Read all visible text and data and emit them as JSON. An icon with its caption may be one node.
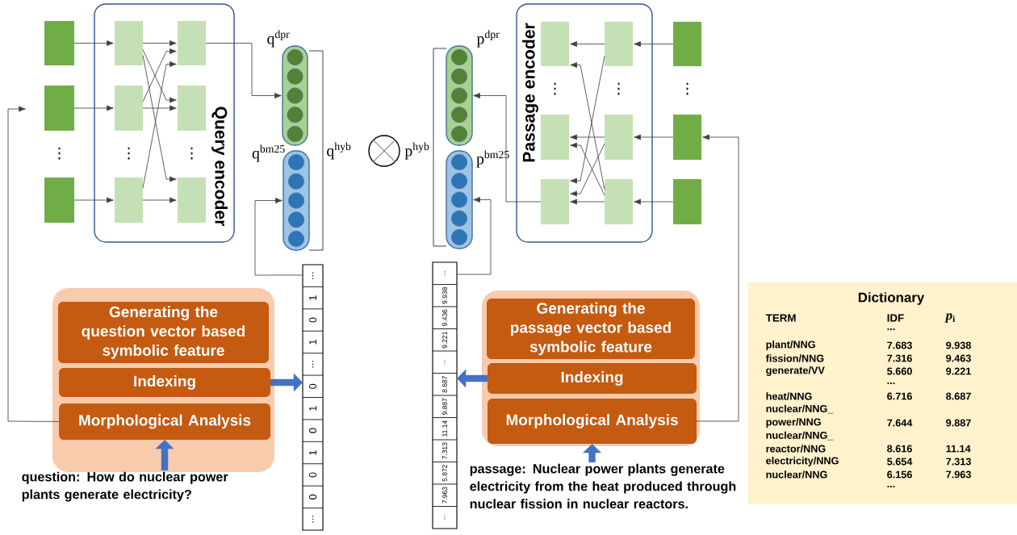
{
  "diagram": {
    "nodes": [
      {
        "text": [
          "Query encoder"
        ]
      },
      {
        "text": [],
        "shape": "box"
      },
      {
        "text": [],
        "shape": "box"
      },
      {
        "text": [],
        "shape": "box"
      },
      {
        "text": [],
        "shape": "box",
        "in": 0
      },
      {
        "text": [],
        "shape": "box",
        "in": 0
      },
      {
        "text": [],
        "shape": "box",
        "in": 0
      },
      {
        "text": [],
        "shape": "box",
        "in": 0
      },
      {
        "text": [],
        "shape": "box",
        "in": 0
      },
      {
        "text": [],
        "shape": "box",
        "in": 0
      },
      {
        "text": [
          "q$^{dpr}$"
        ]
      },
      {
        "text": [
          "q$^{bm25}$"
        ]
      },
      {
        "text": [],
        "shape": "circle"
      },
      {
        "text": [
          "p$^{dpr}$"
        ]
      },
      {
        "text": [
          "p$^{bm25}$"
        ]
      },
      {
        "text": [
          "Passage encoder"
        ]
      },
      {
        "text": [],
        "shape": "box",
        "in": 15
      },
      {
        "text": [],
        "shape": "box",
        "in": 15
      },
      {
        "text": [],
        "shape": "box",
        "in": 15
      },
      {
        "text": [],
        "shape": "box",
        "in": 15
      },
      {
        "text": [],
        "shape": "box",
        "in": 15
      },
      {
        "text": [],
        "shape": "box",
        "in": 15
      },
      {
        "text": [],
        "shape": "box"
      },
      {
        "text": [],
        "shape": "box"
      },
      {
        "text": [],
        "shape": "box"
      },
      {
        "text": [
          "...",
          "1",
          "0",
          "1",
          "...",
          "0",
          "1",
          "0",
          "1",
          "0",
          "0",
          "..."
        ]
      },
      {
        "text": [
          "...",
          "9.938",
          "9.436",
          "9.221",
          "...",
          "8.687",
          "9.887",
          "11.14",
          "7.313",
          "5.872",
          "7.963",
          "..."
        ]
      },
      {
        "text": [],
        "shape": "box"
      },
      {
        "text": [
          "Generating the question vector based symbolic feature"
        ],
        "in": 27
      },
      {
        "text": [
          "Indexing"
        ],
        "in": 27
      },
      {
        "text": [
          "Morphological Analysis"
        ],
        "in": 27
      },
      {
        "text": [
          "question: How do nuclear power plants generate electricity?"
        ]
      },
      {
        "text": [],
        "shape": "box"
      },
      {
        "text": [
          "Generating the passage vector based symbolic feature"
        ],
        "in": 32
      },
      {
        "text": [
          "Indexing"
        ],
        "in": 32
      },
      {
        "text": [
          "Morphological Analysis"
        ],
        "in": 32
      },
      {
        "text": [
          "passage: Nuclear power plants generate electricity from the heat produced through nuclear fission in nuclear reactors."
        ]
      },
      {
        "text": [
          "Dictionary"
        ]
      }
    ],
    "edges": [
      {
        "from": 1,
        "to": 4,
        "arrow": "to"
      },
      {
        "from": 2,
        "to": 5,
        "arrow": "to"
      },
      {
        "from": 3,
        "to": 6,
        "arrow": "to"
      },
      {
        "from": 4,
        "to": 7,
        "arrow": "to"
      },
      {
        "from": 4,
        "to": 8,
        "arrow": "to"
      },
      {
        "from": 4,
        "to": 9,
        "arrow": "to"
      },
      {
        "from": 5,
        "to": 7,
        "arrow": "to"
      },
      {
        "from": 5,
        "to": 8,
        "arrow": "to"
      },
      {
        "from": 6,
        "to": 7,
        "arrow": "to"
      },
      {
        "from": 6,
        "to": 9,
        "arrow": "to"
      },
      {
        "from": 7,
        "to": 10,
        "arrow": "to"
      },
      {
        "from": 25,
        "to": 11,
        "arrow": "to"
      },
      {
        "from": 22,
        "to": 19,
        "arrow": "to"
      },
      {
        "from": 23,
        "to": 20,
        "arrow": "to"
      },
      {
        "from": 24,
        "to": 21,
        "arrow": "to"
      },
      {
        "from": 19,
        "to": 16,
        "arrow": "to"
      },
      {
        "from": 19,
        "to": 18,
        "arrow": "to"
      },
      {
        "from": 20,
        "to": 17,
        "arrow": "to"
      },
      {
        "from": 20,
        "to": 18,
        "arrow": "to"
      },
      {
        "from": 21,
        "to": 18,
        "arrow": "to"
      },
      {
        "from": 21,
        "to": 17,
        "arrow": "to"
      },
      {
        "from": 21,
        "to": 16,
        "arrow": "to"
      },
      {
        "from": 18,
        "to": 13,
        "arrow": "to"
      },
      {
        "from": 26,
        "to": 14,
        "arrow": "to"
      },
      {
        "from": 30,
        "to": null,
        "arrow": "to"
      },
      {
        "from": 35,
        "to": 23,
        "arrow": "to"
      },
      {
        "from": 29,
        "to": 25,
        "arrow": "to",
        "style": "thick",
        "color": "#4472c4"
      },
      {
        "from": 34,
        "to": 26,
        "arrow": "to",
        "style": "thick",
        "color": "#4472c4"
      },
      {
        "from": 31,
        "to": 30,
        "arrow": "to",
        "style": "thick",
        "color": "#4472c4"
      },
      {
        "from": 36,
        "to": 35,
        "arrow": "to",
        "style": "thick",
        "color": "#4472c4"
      }
    ],
    "labels": [
      "⋮",
      "⋮",
      "⋮",
      "⋮",
      "⋮",
      "⋮",
      "q$^{hyb}$",
      "p$^{hyb}$",
      "TERM",
      "IDF",
      "*p*$_{i}$",
      "...",
      "plant/NNG",
      "7.683",
      "9.938",
      "fission/NNG",
      "7.316",
      "9.463",
      "generate/VV",
      "5.660",
      "9.221",
      "...",
      "heat/NNG",
      "6.716",
      "8.687",
      "nuclear/NNG_",
      "power/NNG",
      "7.644",
      "9.887",
      "nuclear/NNG_",
      "reactor/NNG",
      "8.616",
      "11.14",
      "electricity/NNG",
      "5.654",
      "7.313",
      "nuclear/NNG",
      "6.156",
      "7.963",
      "..."
    ]
  }
}
